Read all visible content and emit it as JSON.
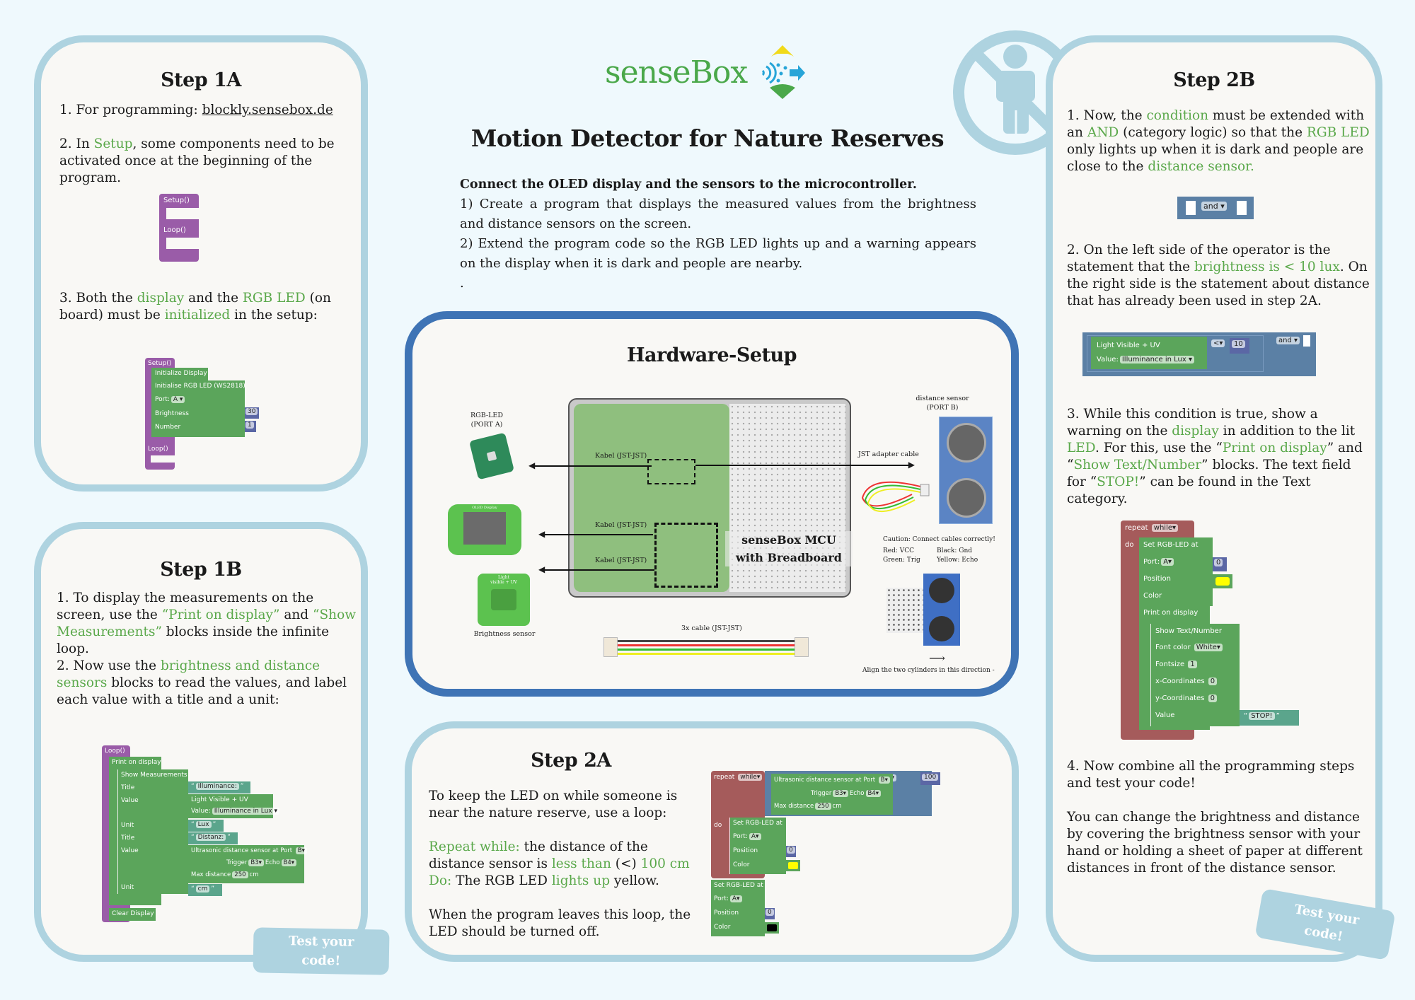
{
  "header": {
    "brand": "senseBox",
    "title": "Motion Detector for Nature Reserves",
    "intro_bold": "Connect the OLED display and the sensors to the microcontroller.",
    "intro_lines": [
      "1) Create a program that displays the measured values from the brightness and distance sensors on the screen.",
      "2) Extend the program code so the RGB LED lights up and a warning appears on the display when it is dark and people are nearby.",
      "."
    ]
  },
  "step1a": {
    "title": "Step 1A",
    "p1_prefix": "1. For programming: ",
    "p1_link": "blockly.sensebox.de",
    "p2": [
      "2. In ",
      "Setup",
      ", some components need to be activated once at the beginning of the program."
    ],
    "p3": [
      "3. Both the ",
      "display",
      " and the ",
      "RGB LED",
      " (on board) must be ",
      "initialized",
      " in the setup:"
    ],
    "block_setup": "Setup()",
    "block_loop": "Loop()",
    "init_display": "Initialize Display",
    "init_led": "Initialise RGB LED (WS2818)",
    "port_label": "Port:",
    "port_value": "A",
    "brightness_label": "Brightness",
    "brightness_value": "30",
    "number_label": "Number",
    "number_value": "1"
  },
  "step1b": {
    "title": "Step 1B",
    "p1": [
      "1. To display the measurements on the screen, use the ",
      "“Print on display”",
      " and ",
      "“Show Measurements”",
      " blocks inside the infinite loop."
    ],
    "p2": [
      "2. Now use the ",
      "brightness and distance sensors",
      " blocks to read the values, and label each value with a title and a unit:"
    ],
    "blocks": {
      "loop": "Loop()",
      "print": "Print on display",
      "show": "Show Measurements",
      "title": "Title",
      "value": "Value",
      "unit": "Unit",
      "illum_text": "Illuminance:",
      "light": "Light Visible + UV",
      "value_label": "Value:",
      "illum_lux": "Illuminance in Lux",
      "lux": "Lux",
      "dist_text": "Distanz:",
      "ultra": "Ultrasonic distance sensor at Port",
      "port_b": "B",
      "trigger": "Trigger",
      "trig_val": "B3",
      "echo": "Echo",
      "echo_val": "B4",
      "maxdist": "Max distance",
      "maxdist_val": "250",
      "cm_label": "cm",
      "cm": "cm",
      "clear": "Clear Display"
    },
    "badge": [
      "Test your",
      "code!"
    ]
  },
  "hardware": {
    "title": "Hardware-Setup",
    "rgb_led": [
      "RGB-LED",
      "(PORT A)"
    ],
    "oled": "OLED Display",
    "brightness_sensor": "Brightness sensor",
    "light_label": [
      "Light",
      "visible + UV"
    ],
    "cable": "Kabel (JST-JST)",
    "mcu": [
      "senseBox MCU",
      "with Breadboard"
    ],
    "distance_sensor": [
      "distance sensor",
      "(PORT B)"
    ],
    "jst_adapter": "JST adapter cable",
    "cable3x": "3x cable (JST-JST)",
    "caution": "Caution: Connect cables correctly!",
    "wires": [
      [
        "Red:",
        "VCC"
      ],
      [
        "Black:",
        "Gnd"
      ],
      [
        "Green:",
        "Trig"
      ],
      [
        "Yellow:",
        "Echo"
      ]
    ],
    "align": "Align the two cylinders in this direction -"
  },
  "step2a": {
    "title": "Step 2A",
    "p1": "To keep the LED on while someone is near the nature reserve, use a loop:",
    "p2": [
      "Repeat while:",
      " the distance of the distance sensor is ",
      "less than",
      " (<) ",
      "100 cm"
    ],
    "p3": [
      "Do:",
      " The RGB LED ",
      "lights up",
      " yellow."
    ],
    "p4": "When the program leaves this loop, the LED should be turned off.",
    "blocks": {
      "repeat": "repeat",
      "while": "while",
      "ultra": "Ultrasonic distance sensor at Port",
      "port_b": "B",
      "lt": "<",
      "threshold": "100",
      "trigger": "Trigger",
      "trig_val": "B3",
      "echo": "Echo",
      "echo_val": "B4",
      "maxdist": "Max distance",
      "maxdist_val": "250",
      "cm": "cm",
      "do": "do",
      "set_led": "Set RGB-LED at",
      "port": "Port:",
      "port_val": "A",
      "position": "Position",
      "position_val": "0",
      "color": "Color",
      "color_on": "#ffff00",
      "color_off": "#000000"
    }
  },
  "step2b": {
    "title": "Step 2B",
    "p1": [
      "1. Now, the ",
      "condition",
      " must be extended with an ",
      "AND",
      " (category logic) so that the ",
      "RGB LED",
      " only lights up when it is dark and people are close to the ",
      "distance sensor."
    ],
    "and_block": "and",
    "p2": [
      "2. On the left side of the operator is the statement that the ",
      "brightness is < 10 lux",
      ". On the right side is the statement about distance that has already been used in step 2A."
    ],
    "cond": {
      "light": "Light Visible + UV",
      "value_label": "Value:",
      "lux": "Illuminance in Lux",
      "lt": "<",
      "ten": "10",
      "and": "and"
    },
    "p3": [
      "3. While this condition is true, show a warning on the ",
      "display",
      " in addition to the lit ",
      "LED",
      ". For this, use the “",
      "Print on display",
      "” and “",
      "Show Text/Number",
      "” blocks. The text field for “",
      "STOP!",
      "” can be found in the Text category."
    ],
    "blocks": {
      "repeat": "repeat",
      "while": "while",
      "do": "do",
      "set_led": "Set RGB-LED at",
      "port": "Port:",
      "port_val": "A",
      "position": "Position",
      "position_val": "0",
      "color": "Color",
      "print": "Print on display",
      "show_text": "Show Text/Number",
      "font_color": "Font color",
      "font_color_val": "White",
      "fontsize": "Fontsize",
      "fontsize_val": "1",
      "x": "x-Coordinates",
      "x_val": "0",
      "y": "y-Coordinates",
      "y_val": "0",
      "value": "Value",
      "stop": "STOP!"
    },
    "p4": "4. Now combine all the programming steps and test your code!",
    "p5": "You can change the brightness and distance by covering the brightness sensor with your hand or holding a sheet of paper at different distances in front of the distance sensor.",
    "badge": [
      "Test your",
      "code!"
    ]
  },
  "colors": {
    "accent_green": "#5aa84a",
    "card_border": "#aed3e0",
    "hardware_border": "#3f74b5"
  }
}
